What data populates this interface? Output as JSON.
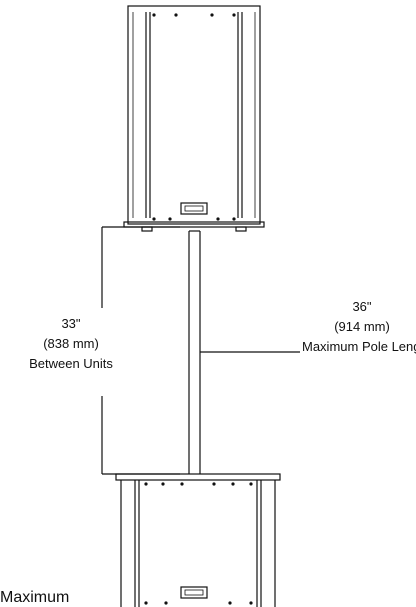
{
  "labels": {
    "between_units": {
      "inches": "33\"",
      "metric": "(838 mm)",
      "caption": "Between Units"
    },
    "pole_length": {
      "inches": "36\"",
      "metric": "(914 mm)",
      "caption": "Maximum Pole Length"
    },
    "cut_off_text": "Maximum"
  },
  "colors": {
    "line": "#111111",
    "background": "#ffffff"
  },
  "icons": {
    "logo_badge": "speaker-logo-badge-icon"
  }
}
